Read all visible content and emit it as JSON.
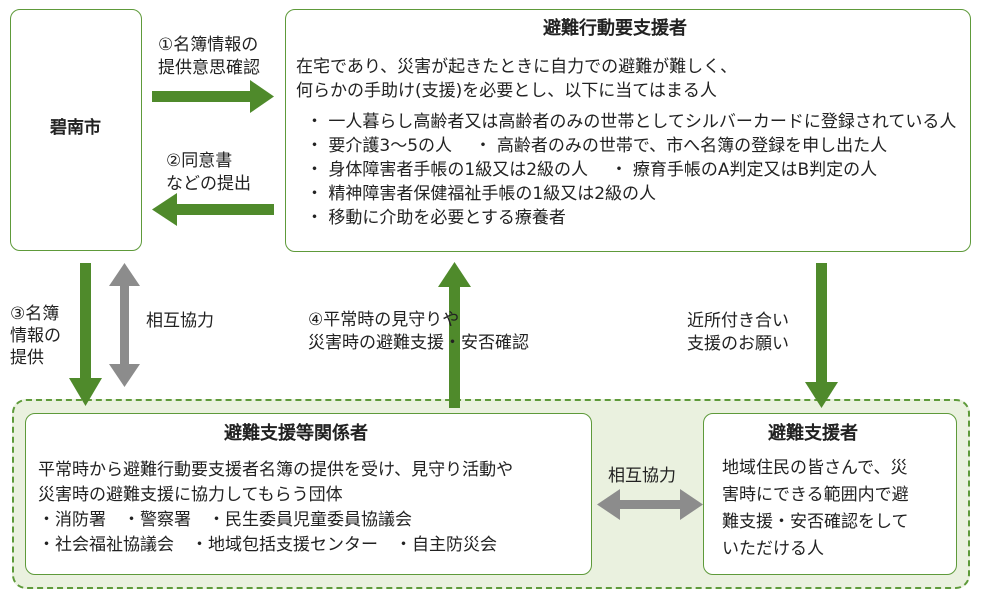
{
  "city": {
    "name": "碧南市"
  },
  "target": {
    "title": "避難行動要支援者",
    "desc": [
      "在宅であり、災害が起きたときに自力での避難が難しく、",
      "何らかの手助け(支援)を必要とし、以下に当てはまる人"
    ],
    "items": [
      "・ 一人暮らし高齢者又は高齢者のみの世帯としてシルバーカードに登録されている人",
      "・ 要介護3～5の人　 ・ 高齢者のみの世帯で、市へ名簿の登録を申し出た人",
      "・ 身体障害者手帳の1級又は2級の人　 ・ 療育手帳のA判定又はB判定の人",
      "・ 精神障害者保健福祉手帳の1級又は2級の人",
      "・ 移動に介助を必要とする療養者"
    ]
  },
  "related": {
    "title": "避難支援等関係者",
    "desc": [
      "平常時から避難行動要支援者名簿の提供を受け、見守り活動や",
      "災害時の避難支援に協力してもらう団体"
    ],
    "items": [
      "・消防署　・警察署　・民生委員児童委員協議会",
      "・社会福祉協議会　・地域包括支援センター　・自主防災会"
    ]
  },
  "supporter": {
    "title": "避難支援者",
    "desc": [
      "地域住民の皆さんで、災",
      "害時にできる範囲内で避",
      "難支援・安否確認をして",
      "いただける人"
    ]
  },
  "labels": {
    "step1": [
      "①名簿情報の",
      "提供意思確認"
    ],
    "step2": [
      "②同意書",
      "などの提出"
    ],
    "step3": [
      "③名簿",
      "情報の",
      "提供"
    ],
    "step4": [
      "④平常時の見守りや",
      "災害時の避難支援・安否確認"
    ],
    "mutual1": "相互協力",
    "mutual2": "相互協力",
    "request": [
      "近所付き合い",
      "支援のお願い"
    ]
  },
  "colors": {
    "green": "#4f8a2b",
    "gray": "#8c8c8c",
    "group_bg": "#eaf1df",
    "border": "#5e9a3a"
  }
}
